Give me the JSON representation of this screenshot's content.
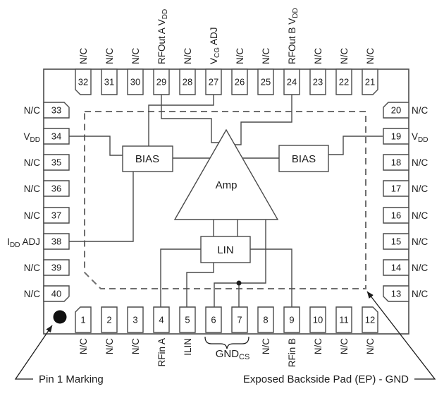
{
  "figure": {
    "type": "ic-pinout-functional-diagram",
    "pin_count": 40
  },
  "colors": {
    "background": "#ffffff",
    "line": "#4a4a4a",
    "dashed_outline": "#6e6e6e",
    "text": "#1c1c1c",
    "pin1_dot": "#111111"
  },
  "blocks": {
    "bias_left": "BIAS",
    "bias_right": "BIAS",
    "amp": "Amp",
    "lin": "LIN"
  },
  "pins": {
    "top": [
      {
        "num": "32",
        "label": [
          {
            "t": "N/C"
          }
        ]
      },
      {
        "num": "31",
        "label": [
          {
            "t": "N/C"
          }
        ]
      },
      {
        "num": "30",
        "label": [
          {
            "t": "N/C"
          }
        ]
      },
      {
        "num": "29",
        "label": [
          {
            "t": "RFOut A V"
          },
          {
            "t": "DD",
            "s": 1
          }
        ]
      },
      {
        "num": "28",
        "label": [
          {
            "t": "N/C"
          }
        ]
      },
      {
        "num": "27",
        "label": [
          {
            "t": "V"
          },
          {
            "t": "CG",
            "s": 1
          },
          {
            "t": " ADJ"
          }
        ]
      },
      {
        "num": "26",
        "label": [
          {
            "t": "N/C"
          }
        ]
      },
      {
        "num": "25",
        "label": [
          {
            "t": "N/C"
          }
        ]
      },
      {
        "num": "24",
        "label": [
          {
            "t": "RFOut B V"
          },
          {
            "t": "DD",
            "s": 1
          }
        ]
      },
      {
        "num": "23",
        "label": [
          {
            "t": "N/C"
          }
        ]
      },
      {
        "num": "22",
        "label": [
          {
            "t": "N/C"
          }
        ]
      },
      {
        "num": "21",
        "label": [
          {
            "t": "N/C"
          }
        ]
      }
    ],
    "left": [
      {
        "num": "33",
        "label": [
          {
            "t": "N/C"
          }
        ]
      },
      {
        "num": "34",
        "label": [
          {
            "t": "V"
          },
          {
            "t": "DD",
            "s": 1
          }
        ]
      },
      {
        "num": "35",
        "label": [
          {
            "t": "N/C"
          }
        ]
      },
      {
        "num": "36",
        "label": [
          {
            "t": "N/C"
          }
        ]
      },
      {
        "num": "37",
        "label": [
          {
            "t": "N/C"
          }
        ]
      },
      {
        "num": "38",
        "label": [
          {
            "t": "I"
          },
          {
            "t": "DD",
            "s": 1
          },
          {
            "t": " ADJ"
          }
        ]
      },
      {
        "num": "39",
        "label": [
          {
            "t": "N/C"
          }
        ]
      },
      {
        "num": "40",
        "label": [
          {
            "t": "N/C"
          }
        ]
      }
    ],
    "right": [
      {
        "num": "20",
        "label": [
          {
            "t": "N/C"
          }
        ]
      },
      {
        "num": "19",
        "label": [
          {
            "t": "V"
          },
          {
            "t": "DD",
            "s": 1
          }
        ]
      },
      {
        "num": "18",
        "label": [
          {
            "t": "N/C"
          }
        ]
      },
      {
        "num": "17",
        "label": [
          {
            "t": "N/C"
          }
        ]
      },
      {
        "num": "16",
        "label": [
          {
            "t": "N/C"
          }
        ]
      },
      {
        "num": "15",
        "label": [
          {
            "t": "N/C"
          }
        ]
      },
      {
        "num": "14",
        "label": [
          {
            "t": "N/C"
          }
        ]
      },
      {
        "num": "13",
        "label": [
          {
            "t": "N/C"
          }
        ]
      }
    ],
    "bottom": [
      {
        "num": "1",
        "label": [
          {
            "t": "N/C"
          }
        ]
      },
      {
        "num": "2",
        "label": [
          {
            "t": "N/C"
          }
        ]
      },
      {
        "num": "3",
        "label": [
          {
            "t": "N/C"
          }
        ]
      },
      {
        "num": "4",
        "label": [
          {
            "t": "RFin A"
          }
        ]
      },
      {
        "num": "5",
        "label": [
          {
            "t": "ILIN"
          }
        ]
      },
      {
        "num": "6",
        "label": []
      },
      {
        "num": "7",
        "label": []
      },
      {
        "num": "8",
        "label": [
          {
            "t": "N/C"
          }
        ]
      },
      {
        "num": "9",
        "label": [
          {
            "t": "RFin B"
          }
        ]
      },
      {
        "num": "10",
        "label": [
          {
            "t": "N/C"
          }
        ]
      },
      {
        "num": "11",
        "label": [
          {
            "t": "N/C"
          }
        ]
      },
      {
        "num": "12",
        "label": [
          {
            "t": "N/C"
          }
        ]
      }
    ]
  },
  "bottom_group_label": {
    "parts": [
      {
        "t": "GND"
      },
      {
        "t": "CS",
        "s": 1
      }
    ],
    "applies_to_pins": "6-7"
  },
  "annotations": {
    "pin1": "Pin 1 Marking",
    "ep": "Exposed Backside Pad (EP) - GND"
  }
}
